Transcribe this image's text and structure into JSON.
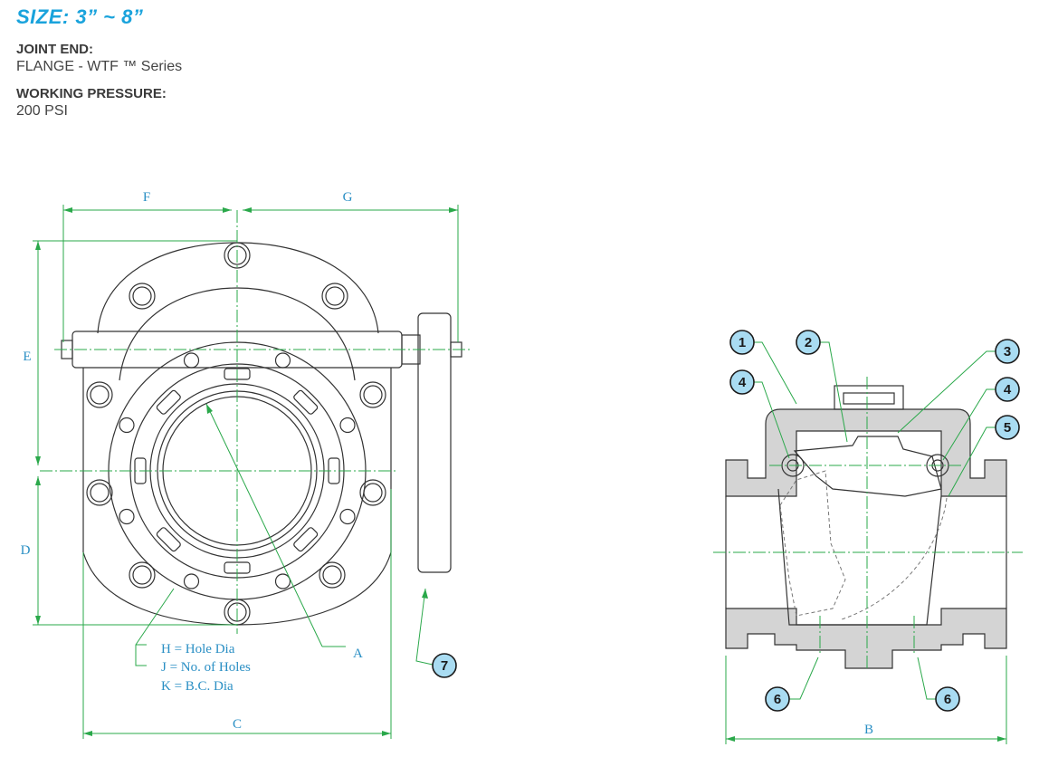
{
  "header": {
    "size_title": "SIZE:  3” ~ 8”",
    "joint_end_label": "JOINT END:",
    "joint_end_value": "FLANGE - WTF ™ Series",
    "pressure_label": "WORKING PRESSURE:",
    "pressure_value": "200 PSI"
  },
  "dimensions": {
    "F": "F",
    "G": "G",
    "E": "E",
    "D": "D",
    "C": "C",
    "A": "A",
    "B": "B"
  },
  "legend": {
    "h": "H = Hole Dia",
    "j": "J = No. of Holes",
    "k": "K = B.C. Dia"
  },
  "callouts": {
    "c1": "1",
    "c2": "2",
    "c3": "3",
    "c4a": "4",
    "c4b": "4",
    "c5": "5",
    "c6a": "6",
    "c6b": "6",
    "c7": "7"
  },
  "colors": {
    "title": "#1aa3dc",
    "dimension_lines": "#2aa84a",
    "dimension_text": "#2a8fc4",
    "callout_fill": "#a9dcf2",
    "body_fill": "#d4d4d4"
  }
}
